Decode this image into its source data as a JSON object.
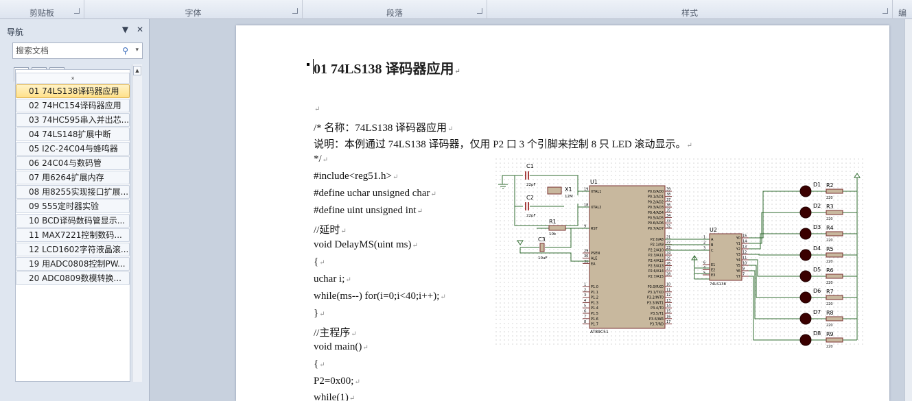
{
  "ribbon": {
    "groups": [
      "剪贴板",
      "字体",
      "段落",
      "样式",
      "编"
    ]
  },
  "nav": {
    "title": "导航",
    "search_placeholder": "搜索文档",
    "items": [
      "01  74LS138译码器应用",
      "02  74HC154译码器应用",
      "03  74HC595串入并出芯...",
      "04  74LS148扩展中断",
      "05  I2C-24C04与蜂鸣器",
      "06  24C04与数码管",
      "07  用6264扩展内存",
      "08  用8255实现接口扩展...",
      "09  555定时器实验",
      "10  BCD译码数码管显示...",
      "11  MAX7221控制数码...",
      "12  LCD1602字符液晶滚...",
      "19  用ADC0808控制PW...",
      "20  ADC0809数模转换..."
    ]
  },
  "doc": {
    "title": "01    74LS138 译码器应用",
    "lines": [
      "",
      "/*    名称：74LS138 译码器应用",
      "        说明：本例通过 74LS138 译码器，仅用 P2 口 3 个引脚来控制 8 只 LED 滚动显示。",
      "*/",
      "#include<reg51.h>",
      "#define uchar unsigned char",
      "#define uint unsigned int",
      "//延时",
      "void DelayMS(uint ms)",
      "{",
      "        uchar i;",
      "        while(ms--) for(i=0;i<40;i++);",
      "}",
      "//主程序",
      "void main()",
      "{",
      "        P2=0x00;",
      "        while(1)"
    ]
  },
  "schematic": {
    "c1": "C1",
    "c1_val": "22pF",
    "c2": "C2",
    "c2_val": "22pF",
    "c3": "C3",
    "c3_val": "10uF",
    "x1": "X1",
    "x1_val": "12M",
    "r1": "R1",
    "r1_val": "10k",
    "u1": "U1",
    "u1_part": "AT89C51",
    "u2": "U2",
    "u2_part": "74LS138",
    "u1_left_pins": [
      {
        "num": "19",
        "name": "XTAL1"
      },
      {
        "num": "18",
        "name": "XTAL2"
      },
      {
        "num": "9",
        "name": "RST"
      },
      {
        "num": "29",
        "name": "PSEN"
      },
      {
        "num": "30",
        "name": "ALE"
      },
      {
        "num": "31",
        "name": "EA"
      },
      {
        "num": "1",
        "name": "P1.0"
      },
      {
        "num": "2",
        "name": "P1.1"
      },
      {
        "num": "3",
        "name": "P1.2"
      },
      {
        "num": "4",
        "name": "P1.3"
      },
      {
        "num": "5",
        "name": "P1.4"
      },
      {
        "num": "6",
        "name": "P1.5"
      },
      {
        "num": "7",
        "name": "P1.6"
      },
      {
        "num": "8",
        "name": "P1.7"
      }
    ],
    "u1_p0_pins": [
      {
        "num": "39",
        "name": "P0.0/AD0"
      },
      {
        "num": "38",
        "name": "P0.1/AD1"
      },
      {
        "num": "37",
        "name": "P0.2/AD2"
      },
      {
        "num": "36",
        "name": "P0.3/AD3"
      },
      {
        "num": "35",
        "name": "P0.4/AD4"
      },
      {
        "num": "34",
        "name": "P0.5/AD5"
      },
      {
        "num": "33",
        "name": "P0.6/AD6"
      },
      {
        "num": "32",
        "name": "P0.7/AD7"
      }
    ],
    "u1_p2_pins": [
      {
        "num": "21",
        "name": "P2.0/A8"
      },
      {
        "num": "22",
        "name": "P2.1/A9"
      },
      {
        "num": "23",
        "name": "P2.2/A10"
      },
      {
        "num": "24",
        "name": "P2.3/A11"
      },
      {
        "num": "25",
        "name": "P2.4/A12"
      },
      {
        "num": "26",
        "name": "P2.5/A13"
      },
      {
        "num": "27",
        "name": "P2.6/A14"
      },
      {
        "num": "28",
        "name": "P2.7/A15"
      }
    ],
    "u1_p3_pins": [
      {
        "num": "10",
        "name": "P3.0/RXD"
      },
      {
        "num": "11",
        "name": "P3.1/TXD"
      },
      {
        "num": "12",
        "name": "P3.2/INT0"
      },
      {
        "num": "13",
        "name": "P3.3/INT1"
      },
      {
        "num": "14",
        "name": "P3.4/T0"
      },
      {
        "num": "15",
        "name": "P3.5/T1"
      },
      {
        "num": "16",
        "name": "P3.6/WR"
      },
      {
        "num": "17",
        "name": "P3.7/RD"
      }
    ],
    "u2_in_pins": [
      {
        "num": "1",
        "name": "A"
      },
      {
        "num": "2",
        "name": "B"
      },
      {
        "num": "3",
        "name": "C"
      },
      {
        "num": "6",
        "name": "E1"
      },
      {
        "num": "4",
        "name": "E2"
      },
      {
        "num": "5",
        "name": "E3"
      }
    ],
    "u2_out_pins": [
      {
        "num": "15",
        "name": "Y0"
      },
      {
        "num": "14",
        "name": "Y1"
      },
      {
        "num": "13",
        "name": "Y2"
      },
      {
        "num": "12",
        "name": "Y3"
      },
      {
        "num": "11",
        "name": "Y4"
      },
      {
        "num": "10",
        "name": "Y5"
      },
      {
        "num": "9",
        "name": "Y6"
      },
      {
        "num": "7",
        "name": "Y7"
      }
    ],
    "leds": [
      "D1",
      "D2",
      "D3",
      "D4",
      "D5",
      "D6",
      "D7",
      "D8"
    ],
    "resistors": [
      "R2",
      "R3",
      "R4",
      "R5",
      "R6",
      "R7",
      "R8",
      "R9"
    ],
    "res_val": "220"
  }
}
